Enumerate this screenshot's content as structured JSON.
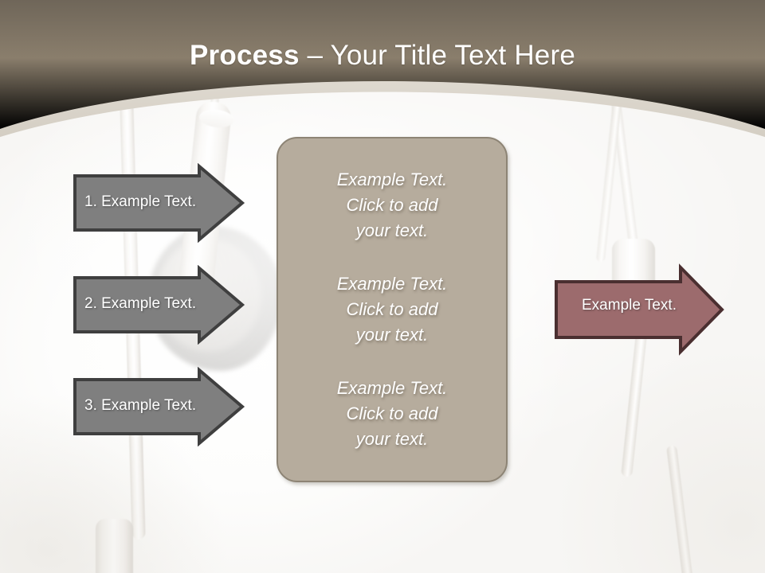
{
  "slide": {
    "title_bold": "Process",
    "title_rest": " – Your Title Text Here",
    "background_description": "white earbuds and cables photo"
  },
  "theme": {
    "header_gradient_top": "#6f6659",
    "header_gradient_bottom": "#a4947e",
    "header_arc_light": "#ddd7cd",
    "slide_background": "#fbfaf8",
    "panel_fill": "#b6ac9d",
    "panel_border": "#8d8475",
    "gray_arrow_fill": "#7f7f7f",
    "gray_arrow_border": "#3f3f3f",
    "red_arrow_fill": "#9c6b6d",
    "red_arrow_border": "#4a2f30",
    "text_on_shape": "#ffffff"
  },
  "steps": {
    "items": [
      {
        "label": "1. Example Text."
      },
      {
        "label": "2. Example Text."
      },
      {
        "label": "3. Example Text."
      }
    ]
  },
  "center_panel": {
    "blocks": [
      {
        "text": "Example Text.\nClick  to add\nyour text."
      },
      {
        "text": "Example Text.\nClick  to add\nyour text."
      },
      {
        "text": "Example Text.\nClick  to add\nyour text."
      }
    ]
  },
  "result": {
    "label": "Example Text."
  }
}
